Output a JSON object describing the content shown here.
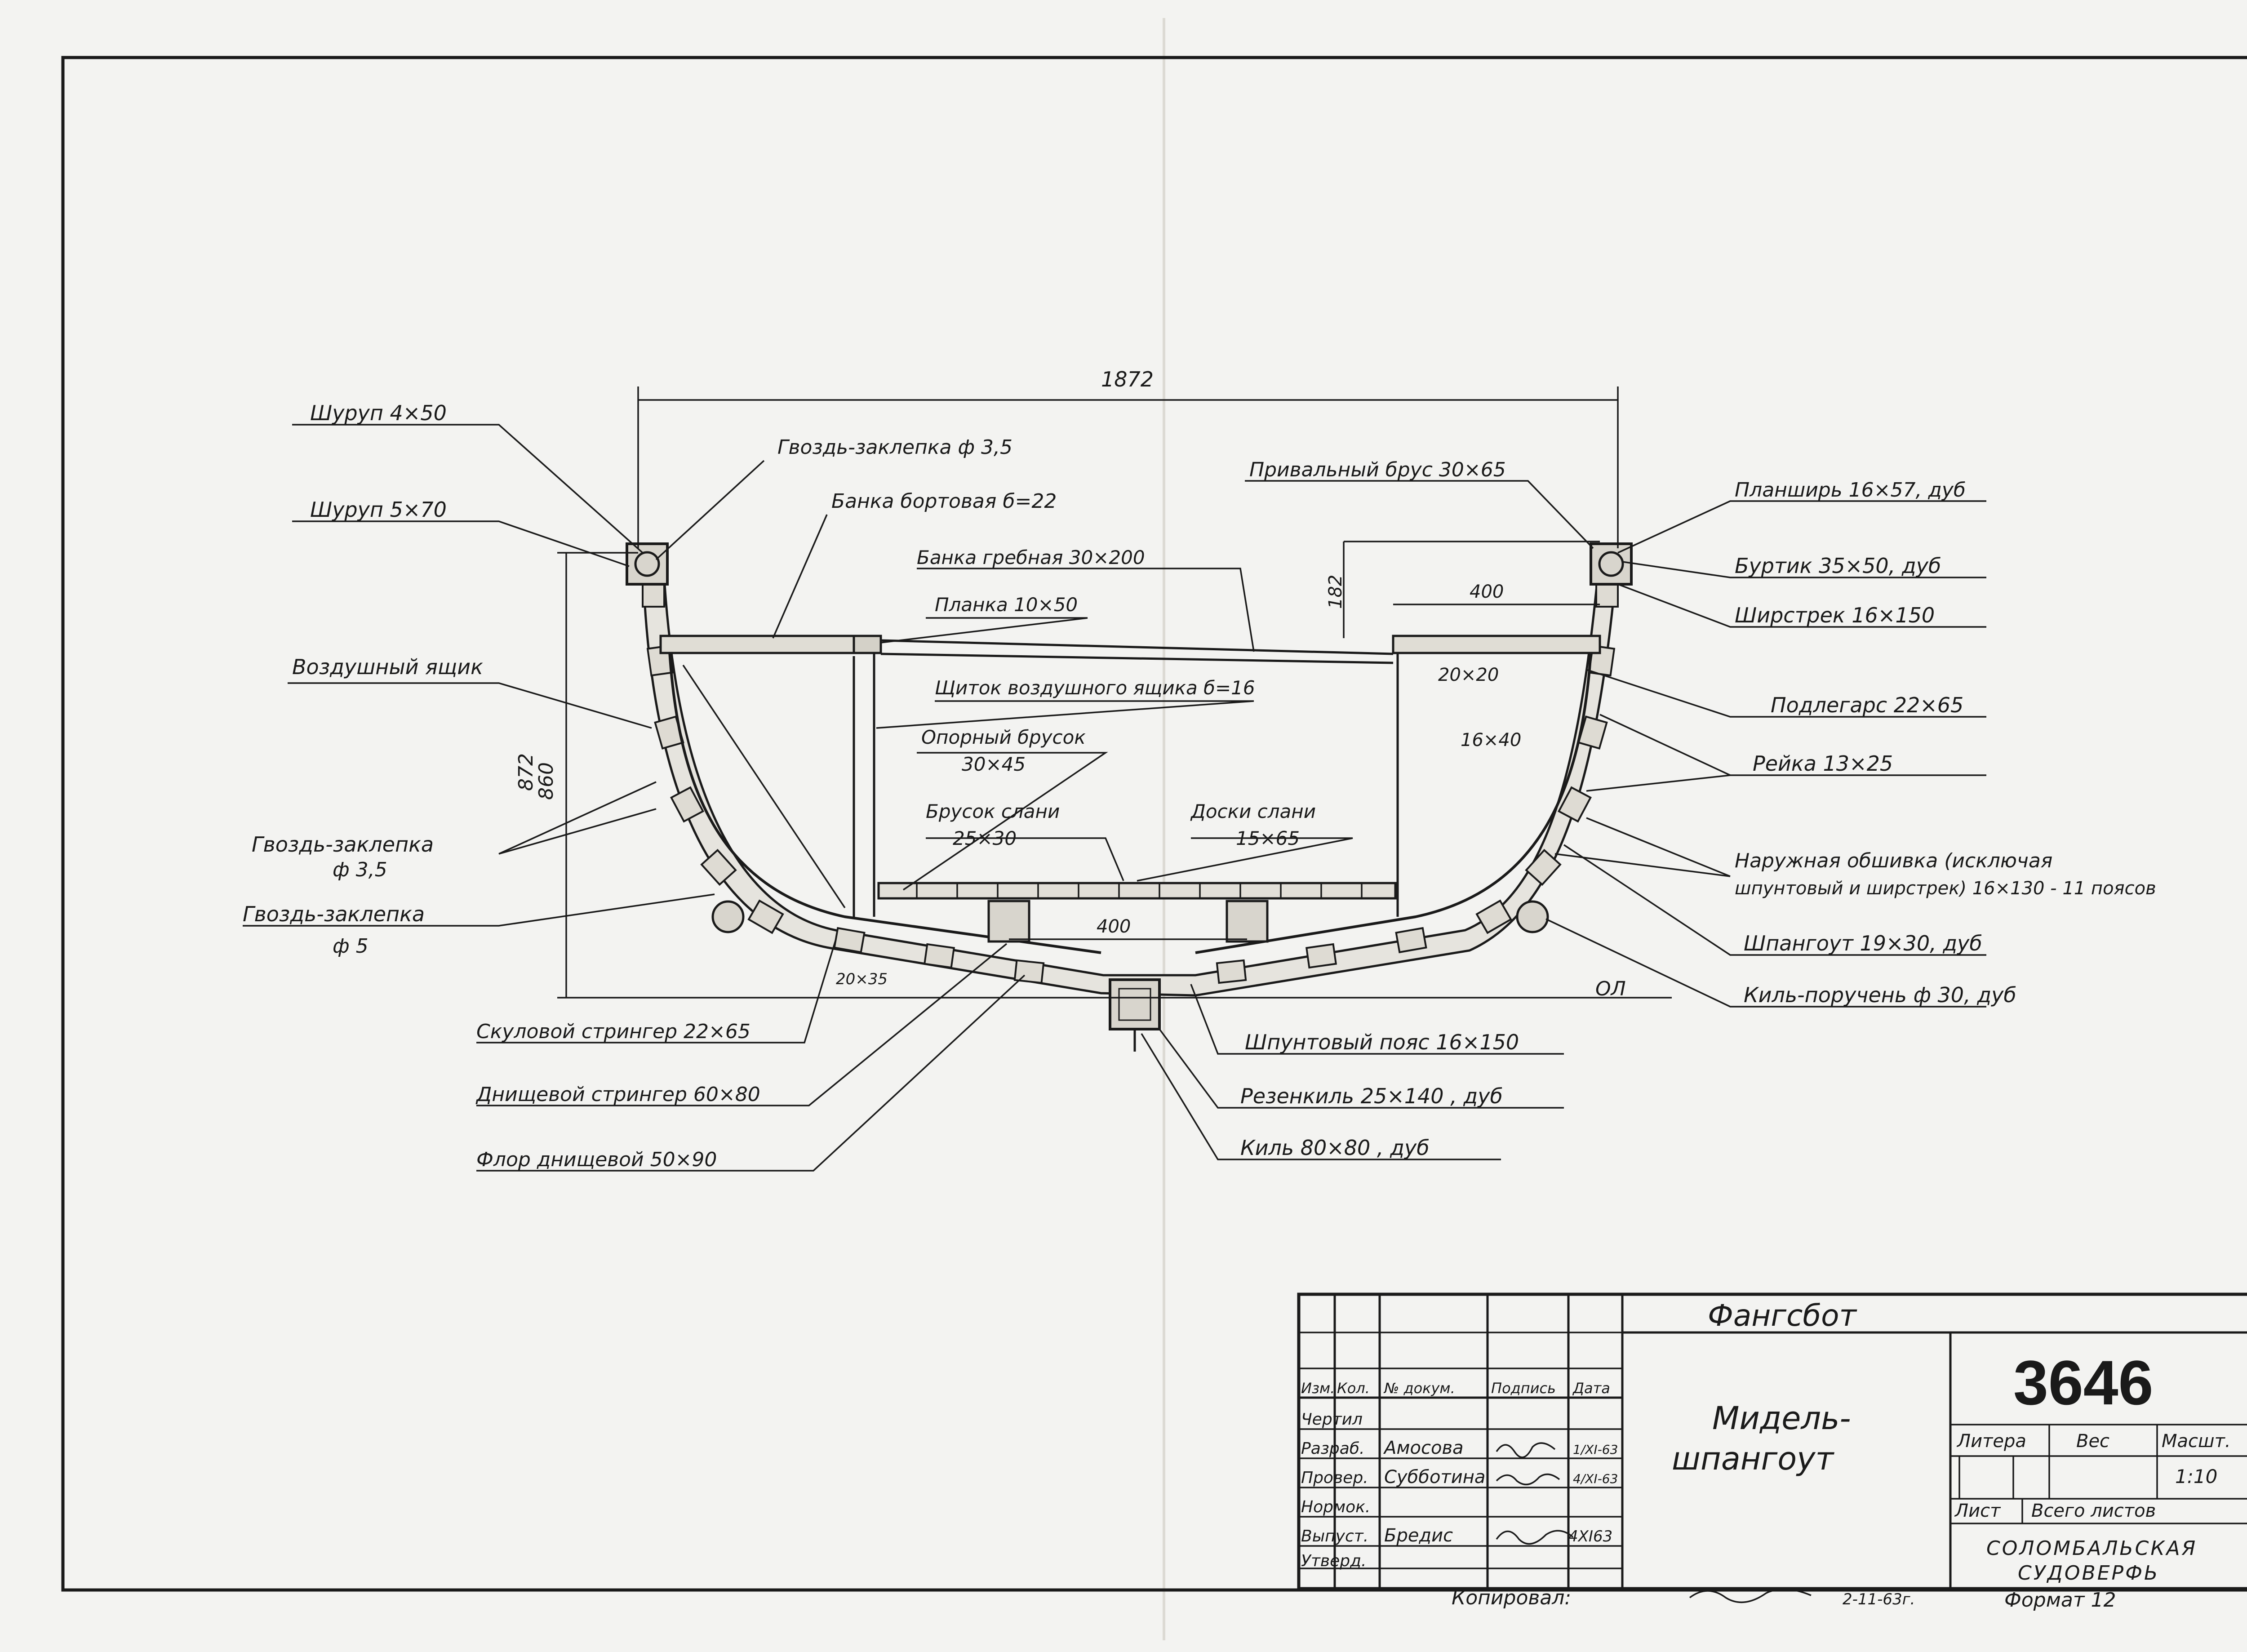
{
  "drawing": {
    "dim_beam": "1872",
    "dim_depth_872": "872",
    "dim_depth_860": "860",
    "dim_182": "182",
    "dim_400_top": "400",
    "dim_400_bottom": "400",
    "dim_20x20": "20×20",
    "dim_16x40": "16×40",
    "dim_20x35": "20×35",
    "baseline": "ОЛ"
  },
  "labels_left": {
    "screw_4x50": "Шуруп  4×50",
    "screw_5x70": "Шуруп  5×70",
    "rivet_35": "Гвоздь-заклепка  ф 3,5",
    "side_bench": "Банка бортовая  б=22",
    "row_bench": "Банка гребная  30×200",
    "strip": "Планка  10×50",
    "air_box": "Воздушный  ящик",
    "air_box_shield": "Щиток  воздушного  ящика  б=16",
    "support_bar_1": "Опорный  брусок",
    "support_bar_2": "30×45",
    "floor_bar_1": "Брусок  слани",
    "floor_bar_2": "25×30",
    "floor_boards_1": "Доски  слани",
    "floor_boards_2": "15×65",
    "rivet_lower_1": "Гвоздь-заклепка",
    "rivet_lower_2": "ф 3,5",
    "rivet_5_1": "Гвоздь-заклепка",
    "rivet_5_2": "ф 5",
    "bilge_stringer": "Скуловой  стрингер  22×65",
    "bottom_stringer": "Днищевой  стрингер  60×80",
    "floor_plate": "Флор  днищевой   50×90"
  },
  "labels_right": {
    "fender": "Привальный  брус  30×65",
    "gunwale": "Планширь  16×57,  дуб",
    "coaming": "Буртик   35×50,  дуб",
    "sheer": "Ширстрек  16×150",
    "riser": "Подлегарс   22×65",
    "batten": "Рейка  13×25",
    "planking_1": "Наружная  обшивка  (исключая",
    "planking_2": "шпунтовый  и  ширстрек)  16×130 - 11 поясов",
    "frame": "Шпангоут  19×30,  дуб",
    "bilge_rail": "Киль-поручень  ф 30,  дуб",
    "garboard": "Шпунтовый  пояс  16×150",
    "keel_skeg": "Резенкиль  25×140 ,  дуб",
    "keel": "Киль  80×80 ,  дуб"
  },
  "title_block": {
    "product": "Фангсбот",
    "title_1": "Мидель-",
    "title_2": "шпангоут",
    "number": "3646",
    "hdr_litera": "Литера",
    "hdr_ves": "Вес",
    "hdr_masht": "Масшт.",
    "scale": "1:10",
    "hdr_list": "Лист",
    "hdr_vsego": "Всего листов",
    "org_1": "СОЛОМБАЛЬСКАЯ",
    "org_2": "СУДОВЕРФЬ",
    "col_izm": "Изм.",
    "col_kol": "Кол.",
    "col_doc": "№ докум.",
    "col_sign": "Подпись",
    "col_date": "Дата",
    "row_chertil": "Чертил",
    "row_razrab": "Разраб.",
    "row_prover": "Провер.",
    "row_normok": "Нормок.",
    "row_vypusk": "Выпуст.",
    "row_utverd": "Утверд.",
    "name_razrab": "Амосова",
    "name_prover": "Субботина",
    "name_vypusk": "Бредис",
    "date_razrab": "1/XI-63",
    "date_prover": "4/XI-63",
    "date_vypusk": "4XI63",
    "copied_label": "Копировал:",
    "copied_date": "2-11-63г.",
    "format": "Формат 12"
  }
}
